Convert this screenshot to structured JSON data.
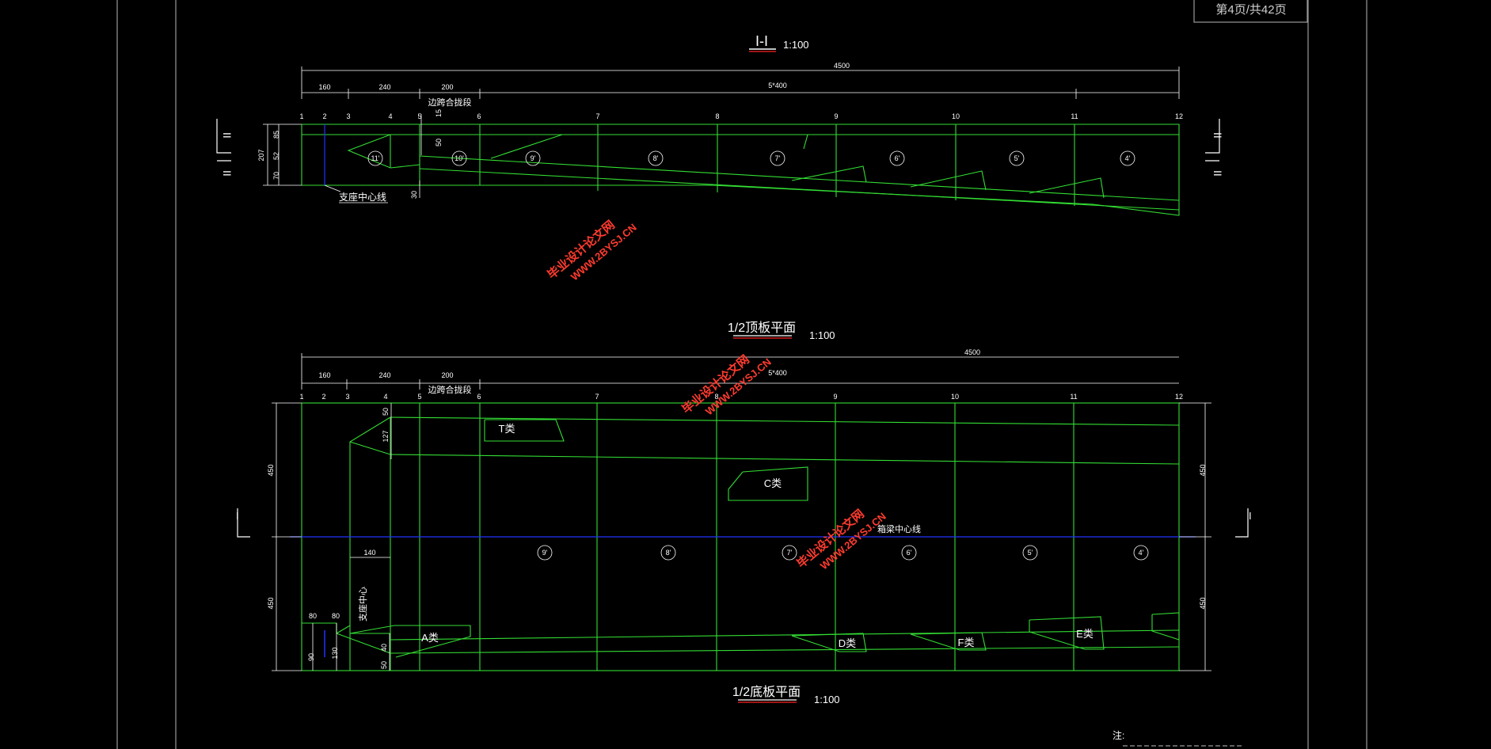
{
  "title_block": {
    "page": "第4页/共42页"
  },
  "section_1": {
    "title": "I-I",
    "scale": "1:100",
    "overall_dim": "4500",
    "dims": [
      "160",
      "240",
      "200",
      "5*400"
    ],
    "station_labels": [
      "1",
      "2",
      "3",
      "4",
      "5",
      "6",
      "7",
      "8",
      "9",
      "10",
      "11",
      "12"
    ],
    "closure_label": "边跨合拢段",
    "bearing_label": "支座中心线",
    "left_dims": [
      "207",
      "85",
      "52",
      "70",
      "15",
      "50",
      "30"
    ],
    "segments": [
      "11'",
      "10'",
      "9'",
      "8'",
      "7'",
      "6'",
      "5'",
      "4'"
    ],
    "section_mark": "II"
  },
  "top_plan": {
    "title": "1/2顶板平面",
    "scale": "1:100",
    "overall_dim": "4500",
    "dims": [
      "160",
      "240",
      "200",
      "5*400"
    ],
    "station_labels": [
      "1",
      "2",
      "3",
      "4",
      "5",
      "6",
      "7",
      "8",
      "9",
      "10",
      "11",
      "12"
    ],
    "closure_label": "边跨合拢段"
  },
  "bottom_plan": {
    "title": "1/2底板平面",
    "scale": "1:100",
    "left_dims": [
      "450",
      "450",
      "50",
      "127",
      "140",
      "80",
      "80",
      "90",
      "130",
      "40",
      "50"
    ],
    "right_dims": [
      "450",
      "450"
    ],
    "centerline_label": "箱梁中心线",
    "bearing_label": "支座中心",
    "types": [
      "T类",
      "C类",
      "A类",
      "D类",
      "F类",
      "E类"
    ],
    "segments": [
      "9'",
      "8'",
      "7'",
      "6'",
      "5'",
      "4'"
    ],
    "section_mark": "I"
  },
  "note": {
    "label": "注:"
  },
  "watermarks": [
    {
      "line1": "毕业设计论文网",
      "line2": "WWW.2BYSJ.CN"
    },
    {
      "line1": "毕业设计论文网",
      "line2": "WWW.2BYSJ.CN"
    },
    {
      "line1": "毕业设计论文网",
      "line2": "WWW.2BYSJ.CN"
    }
  ],
  "colors": {
    "bg": "#000000",
    "line": "#33dd33",
    "text": "#ffffff",
    "center": "#2222ff",
    "frame": "#9a9a9a",
    "watermark": "#ff3b2f"
  }
}
